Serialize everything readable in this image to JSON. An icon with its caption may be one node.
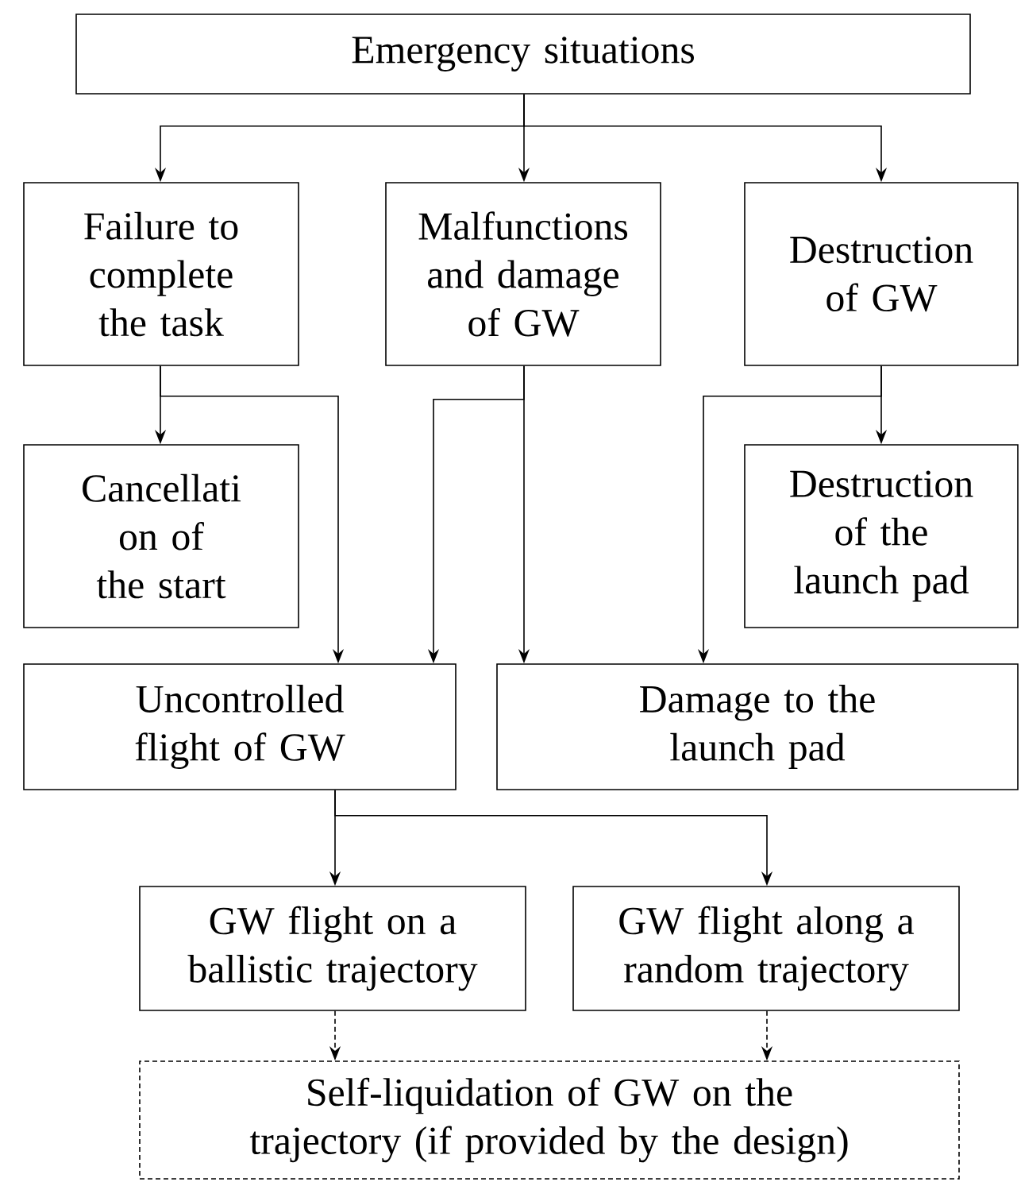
{
  "diagram": {
    "nodes": [
      {
        "text": [
          "Emergency situations"
        ]
      },
      {
        "text": [
          "Failure to complete the task"
        ]
      },
      {
        "text": [
          "Malfunctions and damage of GW"
        ]
      },
      {
        "text": [
          "Destruction of GW"
        ]
      },
      {
        "text": [
          "Cancellati on of the start"
        ]
      },
      {
        "text": [
          "Destruction of the launch pad"
        ]
      },
      {
        "text": [
          "Uncontrolled flight of GW"
        ]
      },
      {
        "text": [
          "Damage to the launch pad"
        ]
      },
      {
        "text": [
          "GW flight on a ballistic trajectory"
        ]
      },
      {
        "text": [
          "GW flight along a random trajectory"
        ]
      },
      {
        "text": [
          "Self-liquidation of GW on the trajectory (if provided by the design)"
        ]
      }
    ],
    "edges": [
      {
        "from": 0,
        "to": 1,
        "arrow": "to"
      },
      {
        "from": 0,
        "to": 2,
        "arrow": "to"
      },
      {
        "from": 0,
        "to": 3,
        "arrow": "to"
      },
      {
        "from": 1,
        "to": 4,
        "arrow": "to"
      },
      {
        "from": 1,
        "to": 6,
        "arrow": "to"
      },
      {
        "from": 2,
        "to": 6,
        "arrow": "to"
      },
      {
        "from": 2,
        "to": 7,
        "arrow": "to"
      },
      {
        "from": 3,
        "to": 5,
        "arrow": "to"
      },
      {
        "from": 3,
        "to": 7,
        "arrow": "to"
      },
      {
        "from": 6,
        "to": 8,
        "arrow": "to"
      },
      {
        "from": 6,
        "to": 9,
        "arrow": "to"
      },
      {
        "from": 8,
        "to": 10,
        "arrow": "to",
        "style": "dashed"
      },
      {
        "from": 9,
        "to": 10,
        "arrow": "to",
        "style": "dashed"
      }
    ]
  }
}
